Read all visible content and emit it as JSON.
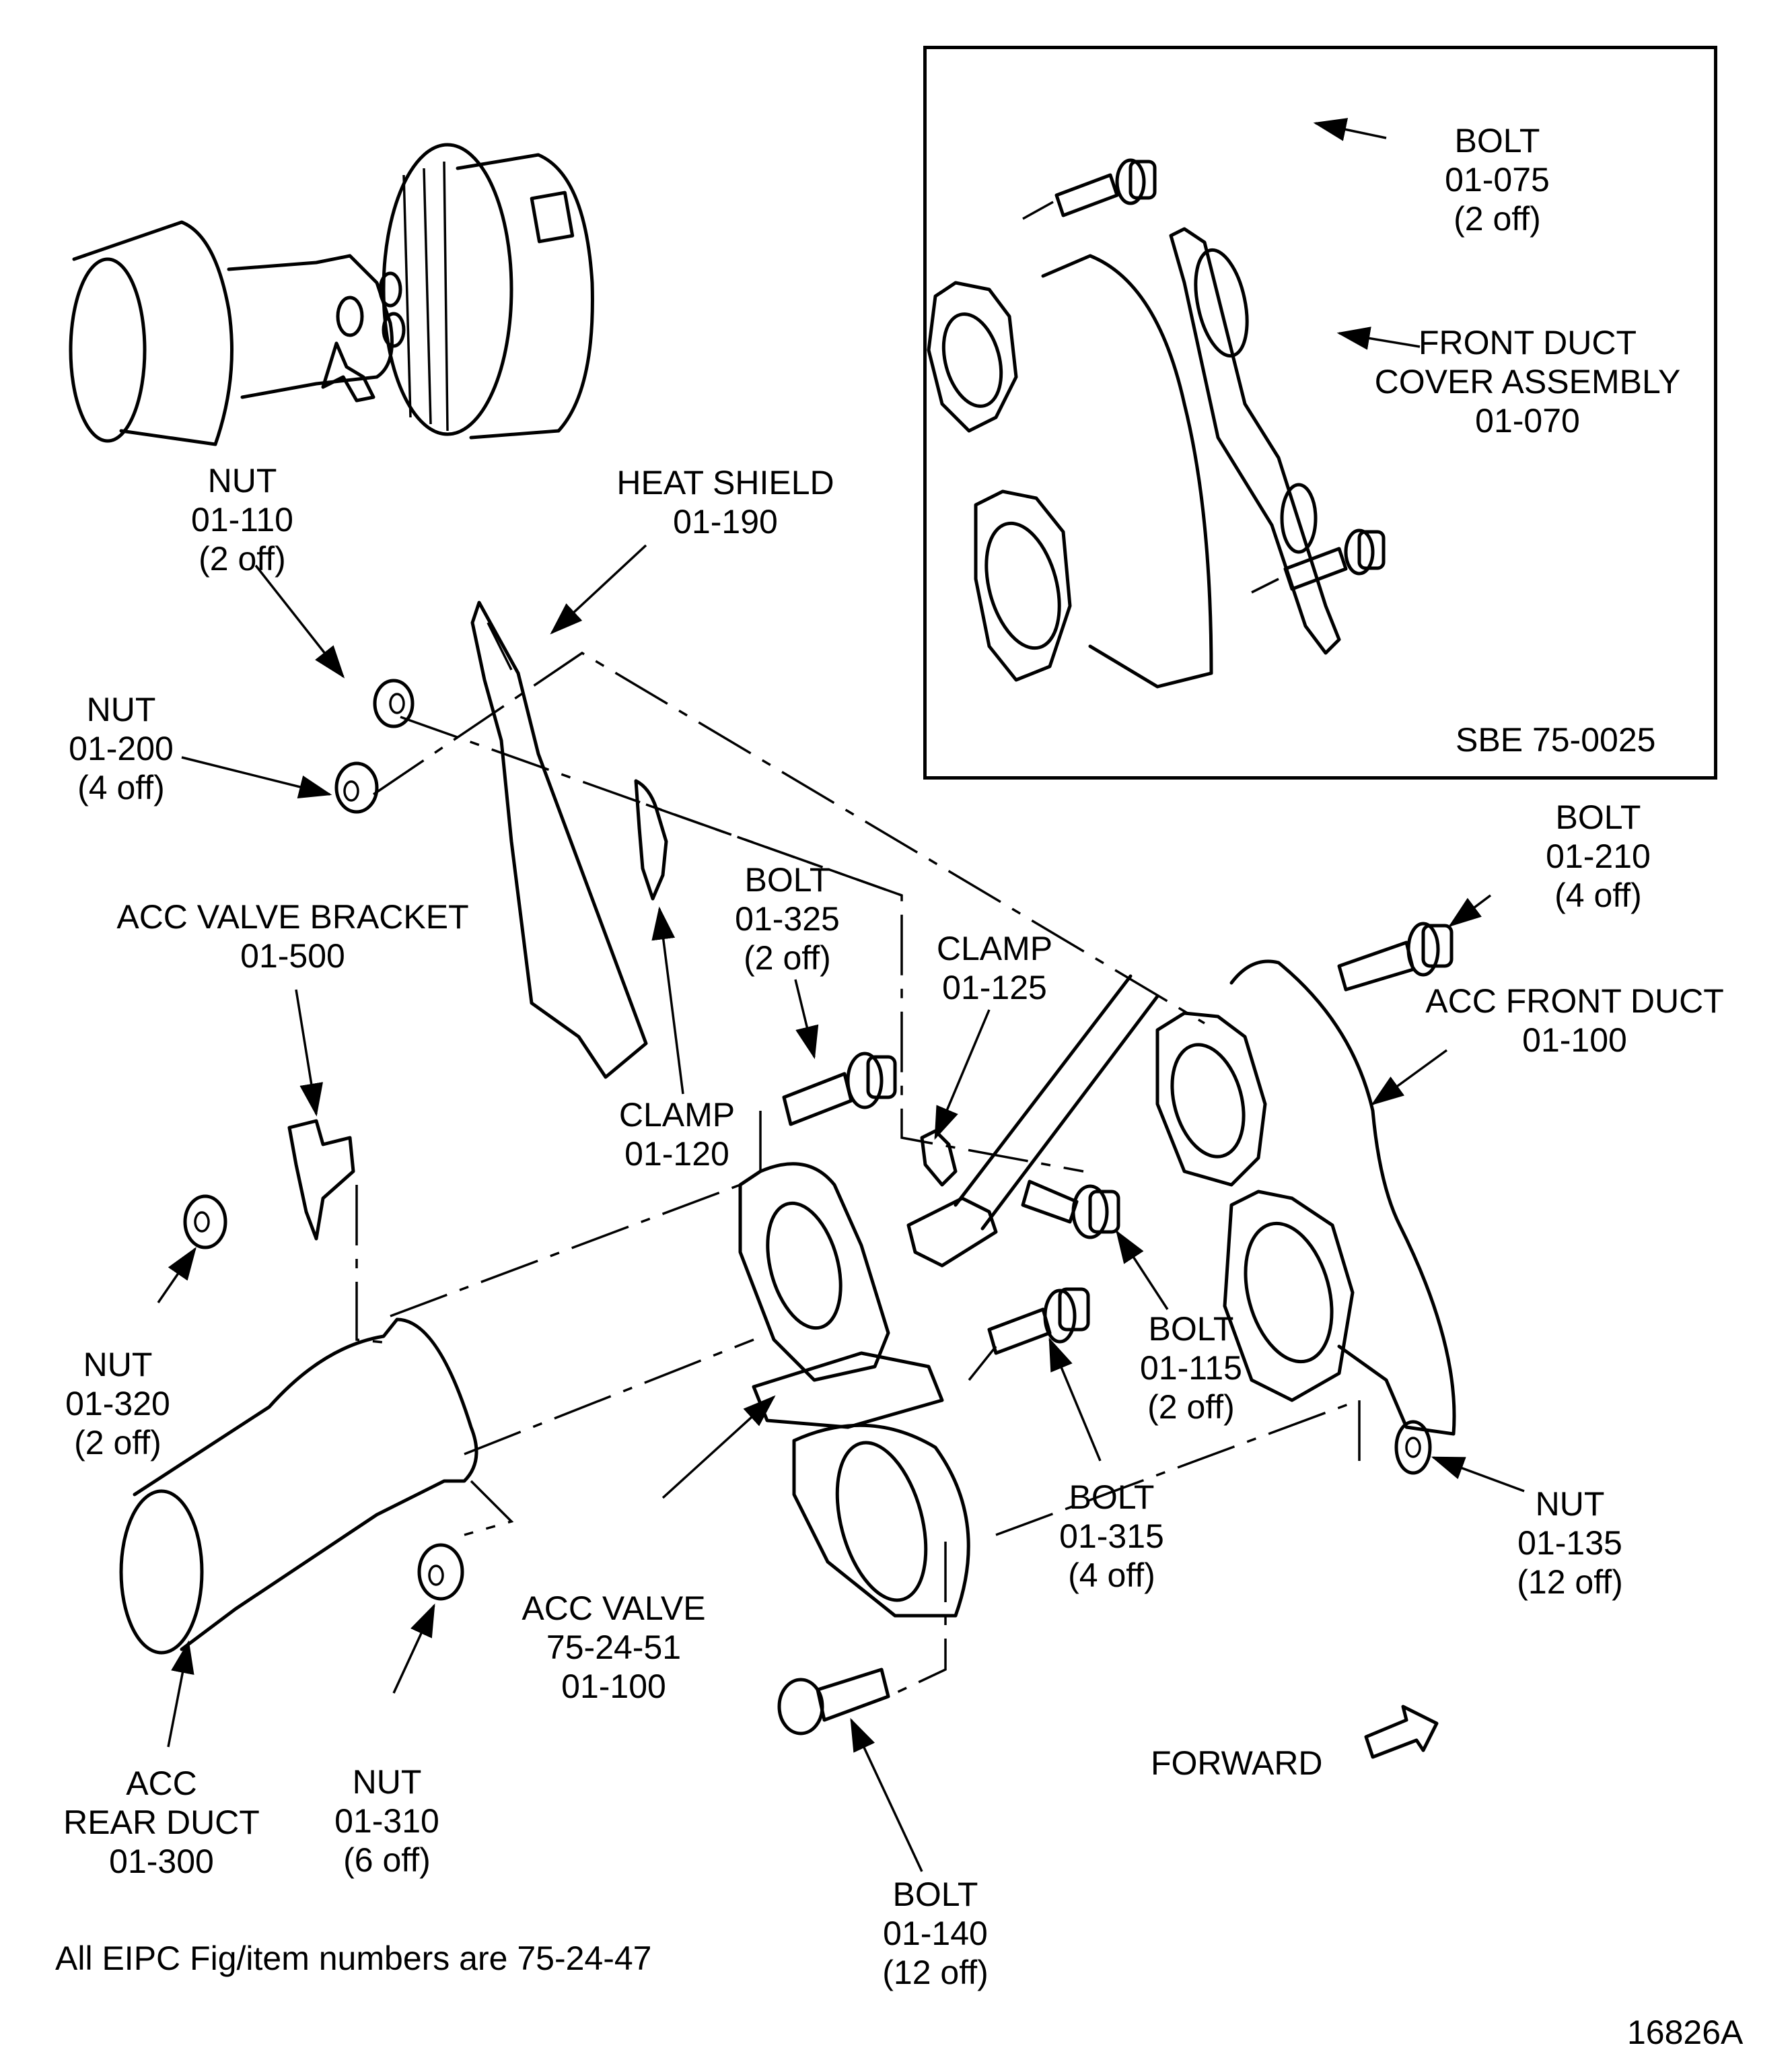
{
  "figure": {
    "drawing_number": "16826A",
    "footnote": "All EIPC Fig/item numbers are 75-24-47",
    "direction_label": "FORWARD",
    "inset": {
      "reference": "SBE 75-0025",
      "callouts": [
        {
          "name": "BOLT",
          "item": "01-075",
          "qty": "(2 off)"
        },
        {
          "name": "FRONT DUCT",
          "name2": "COVER ASSEMBLY",
          "item": "01-070"
        }
      ]
    },
    "callouts": {
      "nut_110": {
        "name": "NUT",
        "item": "01-110",
        "qty": "(2 off)"
      },
      "heat_shield": {
        "name": "HEAT SHIELD",
        "item": "01-190"
      },
      "nut_200": {
        "name": "NUT",
        "item": "01-200",
        "qty": "(4 off)"
      },
      "valve_bracket": {
        "name": "ACC VALVE BRACKET",
        "item": "01-500"
      },
      "bolt_325": {
        "name": "BOLT",
        "item": "01-325",
        "qty": "(2 off)"
      },
      "clamp_125": {
        "name": "CLAMP",
        "item": "01-125"
      },
      "clamp_120": {
        "name": "CLAMP",
        "item": "01-120"
      },
      "bolt_210": {
        "name": "BOLT",
        "item": "01-210",
        "qty": "(4 off)"
      },
      "front_duct": {
        "name": "ACC FRONT DUCT",
        "item": "01-100"
      },
      "bolt_115": {
        "name": "BOLT",
        "item": "01-115",
        "qty": "(2 off)"
      },
      "nut_320": {
        "name": "NUT",
        "item": "01-320",
        "qty": "(2 off)"
      },
      "acc_valve": {
        "name": "ACC VALVE",
        "ref": "75-24-51",
        "item": "01-100"
      },
      "bolt_315": {
        "name": "BOLT",
        "item": "01-315",
        "qty": "(4 off)"
      },
      "nut_135": {
        "name": "NUT",
        "item": "01-135",
        "qty": "(12 off)"
      },
      "rear_duct": {
        "name": "ACC",
        "name2": "REAR DUCT",
        "item": "01-300"
      },
      "nut_310": {
        "name": "NUT",
        "item": "01-310",
        "qty": "(6 off)"
      },
      "bolt_140": {
        "name": "BOLT",
        "item": "01-140",
        "qty": "(12 off)"
      }
    }
  }
}
